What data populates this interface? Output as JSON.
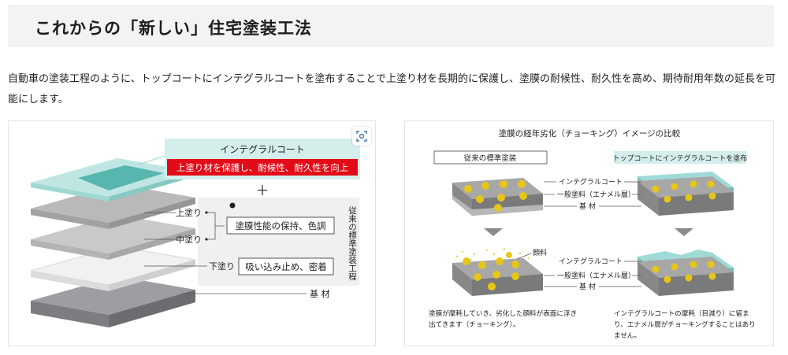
{
  "page_title": "これからの「新しい」住宅塗装工法",
  "lead_text": "自動車の塗装工程のように、トップコートにインテグラルコートを塗布することで上塗り材を長期的に保護し、塗膜の耐候性、耐久性を高め、期待耐用年数の延長を可能にします。",
  "left_figure": {
    "integral_coat": "インテグラルコート",
    "integral_effect": "上塗り材を保護し、耐候性、耐久性を向上",
    "plus": "＋",
    "topcoat": "上塗り",
    "midcoat": "中塗り",
    "undercoat": "下塗り",
    "top_mid_role": "塗膜性能の保持、色調",
    "under_role": "吸い込み止め、密着",
    "base": "基 材",
    "conventional_process": "従来の標準塗装工程"
  },
  "right_figure": {
    "title": "塗膜の経年劣化（チョーキング）イメージの比較",
    "conventional": "従来の標準塗装",
    "with_integral": "トップコートにインテグラルコートを塗布",
    "integral_coat": "インテグラルコート",
    "general_paint": "一般塗料（エナメル層）",
    "base": "基 材",
    "pigment": "顔料",
    "caption_left": "塗膜が摩耗していき、劣化した顔料が表面に浮き出てきます（チョーキング）。",
    "caption_right": "インテグラルコートの摩耗（目減り）に留まり、エナメル層がチョーキングすることはありません。"
  },
  "icons": {
    "zoom": "lens-search-icon"
  },
  "colors": {
    "accent_red": "#e30b17",
    "teal": "#8fd3cf",
    "label_bg": "#d4eeec",
    "pigment": "#e6c619"
  }
}
